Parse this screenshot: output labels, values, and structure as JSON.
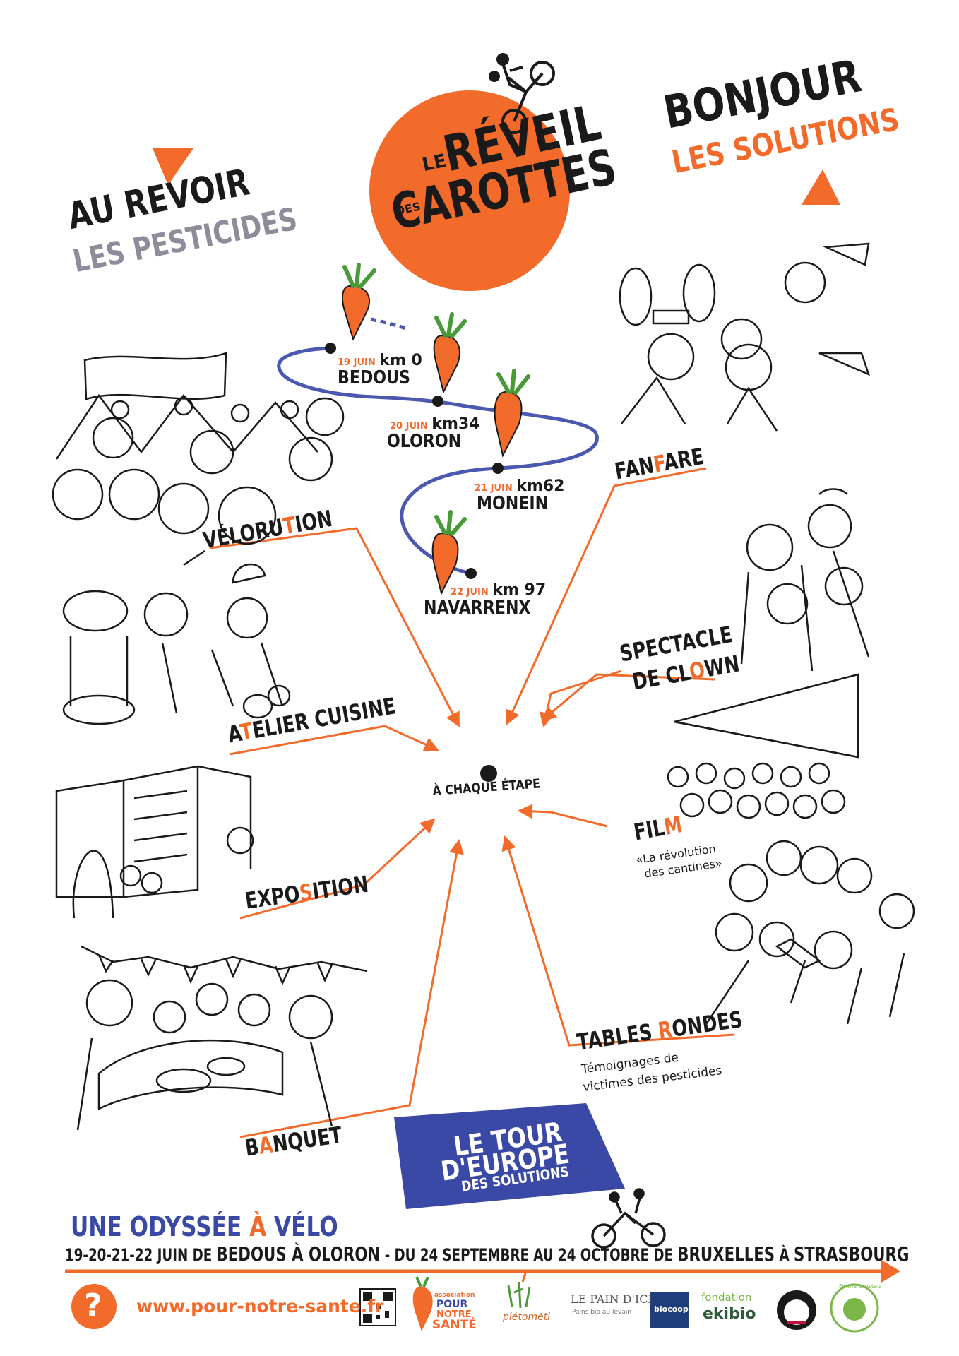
{
  "headline_left": {
    "line1": "AU REVOIR",
    "line2": "LES PESTICIDES"
  },
  "headline_right": {
    "line1": "BONJOUR",
    "line2": "LES SOLUTIONS"
  },
  "event_logo": {
    "le": "LE",
    "reveil": "RÉVEIL",
    "des": "DES",
    "carottes": "CAROTTES"
  },
  "stages": [
    {
      "date": "19 JUIN",
      "km": "km 0",
      "town": "BEDOUS"
    },
    {
      "date": "20 JUIN",
      "km": "km34",
      "town": "OLORON"
    },
    {
      "date": "21 JUIN",
      "km": "km62",
      "town": "MONEIN"
    },
    {
      "date": "22 JUIN",
      "km": "km 97",
      "town": "NAVARRENX"
    }
  ],
  "hub_label": "À CHAQUE ÉTAPE",
  "activities": {
    "velorution": {
      "a": "VÉLORU",
      "b": "T",
      "c": "ION"
    },
    "fanfare": {
      "a": "FAN",
      "b": "F",
      "c": "ARE"
    },
    "atelier": {
      "a": "A",
      "b": "T",
      "c": "ELIER CUISINE"
    },
    "clown": {
      "line1": "SPECTACLE",
      "a": "DE CL",
      "b": "O",
      "c": "WN"
    },
    "exposition": {
      "a": "EXPO",
      "b": "S",
      "c": "ITION"
    },
    "film": {
      "a": "FIL",
      "b": "M",
      "sub1": "«La révolution",
      "sub2": "des cantines»"
    },
    "tables": {
      "a": "TABLES ",
      "b": "R",
      "c": "ONDES",
      "sub1": "Témoignages de",
      "sub2": "victimes des pesticides"
    },
    "banquet": {
      "a": "B",
      "b": "A",
      "c": "NQUET"
    }
  },
  "tour_banner": {
    "line1": "LE TOUR",
    "line2": "D'EUROPE",
    "line3": "DES SOLUTIONS"
  },
  "odyssey": {
    "a": "UNE ODYSSÉE ",
    "b": "À",
    "c": " VÉLO"
  },
  "dates": {
    "p1": "19-20-21-22 JUIN DE ",
    "p2": "BEDOUS À OLORON",
    "p3": " - DU 24 SEPTEMBRE AU 24 OCTOBRE DE ",
    "p4": "BRUXELLES",
    "p5": " À ",
    "p6": "STRASBOURG"
  },
  "footer": {
    "help_glyph": "?",
    "url": "www.pour-notre-sante.fr",
    "partners": {
      "association_top": "association",
      "pour": "POUR",
      "notre": "NOTRE",
      "sante": "SANTÉ",
      "pietometi": "piétométi",
      "pain_dici": "LE PAIN D'ICI",
      "pain_sub": "Pains bio au levain",
      "biocoop": "biocoop",
      "fondation": "fondation",
      "ekibio": "ekibio",
      "ferme": "Ferme Loustau"
    }
  },
  "colors": {
    "orange": "#f26b2a",
    "blue": "#3a48a6",
    "ink": "#1a1a1a",
    "grey": "#8c8c9a",
    "route": "#4a58b0"
  }
}
